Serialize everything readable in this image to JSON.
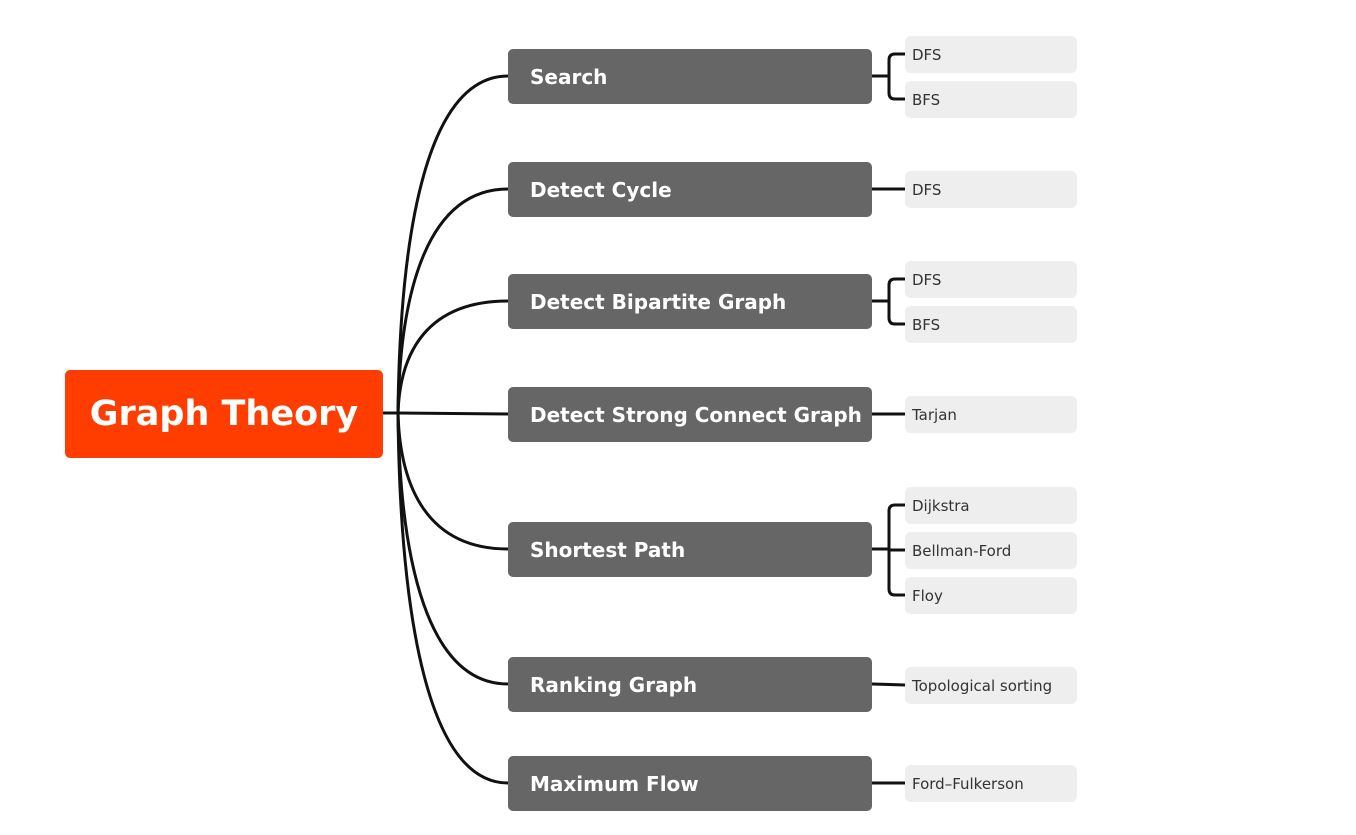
{
  "root": {
    "label": "Graph Theory",
    "color": "#ff3d00"
  },
  "branches": [
    {
      "label": "Search",
      "children": [
        "DFS",
        "BFS"
      ]
    },
    {
      "label": "Detect Cycle",
      "children": [
        "DFS"
      ]
    },
    {
      "label": "Detect Bipartite Graph",
      "children": [
        "DFS",
        "BFS"
      ]
    },
    {
      "label": "Detect Strong Connect Graph",
      "children": [
        "Tarjan"
      ]
    },
    {
      "label": "Shortest Path",
      "children": [
        "Dijkstra",
        "Bellman-Ford",
        "Floy"
      ]
    },
    {
      "label": "Ranking Graph",
      "children": [
        "Topological sorting"
      ]
    },
    {
      "label": "Maximum Flow",
      "children": [
        "Ford–Fulkerson"
      ]
    }
  ],
  "colors": {
    "branch_fill": "#666666",
    "leaf_fill": "#eeeeee",
    "connector": "#111111"
  }
}
